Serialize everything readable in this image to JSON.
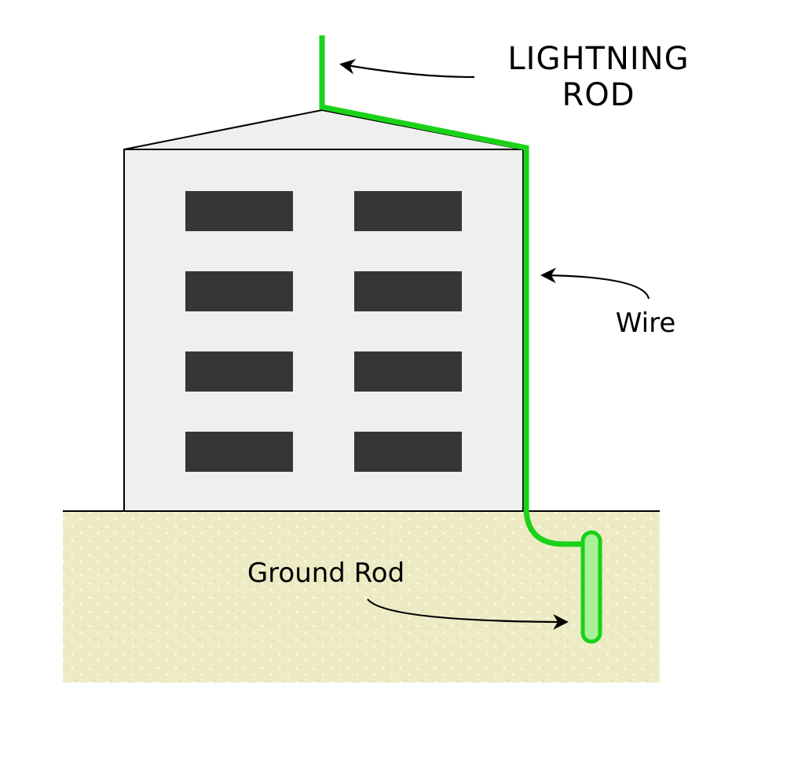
{
  "labels": {
    "lightning_rod_line1": "LIGHTNING",
    "lightning_rod_line2": "ROD",
    "wire": "Wire",
    "ground_rod": "Ground Rod"
  },
  "colors": {
    "conductor": "#19d219",
    "ground_rod_fill": "#a8ef9a",
    "building": "#efefef",
    "window": "#363636",
    "soil": "#ecebc4",
    "soil_speckle": "#ffffff",
    "outline": "#000000"
  },
  "building": {
    "window_rows": 4,
    "window_columns": 2
  }
}
